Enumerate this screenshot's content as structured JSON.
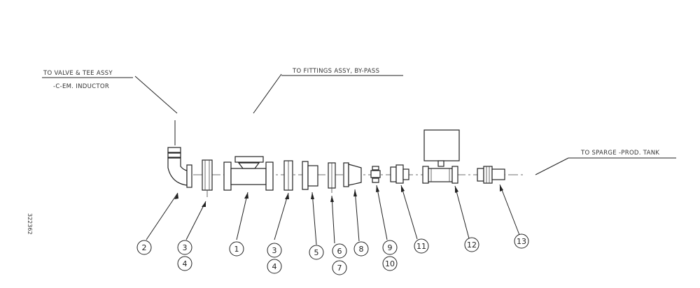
{
  "drawing_number": "322362",
  "callouts": {
    "valve_tee_line1": "TO VALVE & TEE ASSY",
    "valve_tee_line2": "-C-EM. INDUCTOR",
    "fittings_bypass": "TO FITTINGS ASSY, BY-PASS",
    "sparge_tank": "TO SPARGE -PROD. TANK"
  },
  "balloons": [
    "2",
    "3",
    "4",
    "1",
    "3",
    "4",
    "5",
    "6",
    "7",
    "8",
    "9",
    "10",
    "11",
    "12",
    "13"
  ]
}
